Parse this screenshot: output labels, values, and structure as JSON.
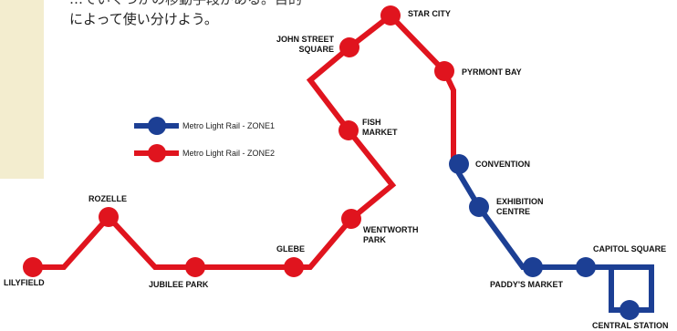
{
  "intro_text": {
    "line1_partial": "…ていくつかの移動手段がある。目的",
    "line2": "によって使い分けよう。"
  },
  "legend": [
    {
      "label": "Metro Light Rail - ZONE1",
      "color": "#1c3f94"
    },
    {
      "label": "Metro Light Rail - ZONE2",
      "color": "#e0141e"
    }
  ],
  "lines": {
    "zone1_color": "#1c3f94",
    "zone2_color": "#e0141e"
  },
  "stations": {
    "lilyfield": {
      "line1": "LILYFIELD",
      "zone": 2
    },
    "rozelle": {
      "line1": "ROZELLE",
      "zone": 2
    },
    "jubilee_park": {
      "line1": "JUBILEE PARK",
      "zone": 2
    },
    "glebe": {
      "line1": "GLEBE",
      "zone": 2
    },
    "wentworth_park": {
      "line1": "WENTWORTH",
      "line2": "PARK",
      "zone": 2
    },
    "fish_market": {
      "line1": "FISH",
      "line2": "MARKET",
      "zone": 2
    },
    "john_street_square": {
      "line1": "JOHN STREET",
      "line2": "SQUARE",
      "zone": 2
    },
    "star_city": {
      "line1": "STAR CITY",
      "zone": 2
    },
    "pyrmont_bay": {
      "line1": "PYRMONT BAY",
      "zone": 2
    },
    "convention": {
      "line1": "CONVENTION",
      "zone": 1
    },
    "exhibition_centre": {
      "line1": "EXHIBITION",
      "line2": "CENTRE",
      "zone": 1
    },
    "paddys_market": {
      "line1": "PADDY'S MARKET",
      "zone": 1
    },
    "capitol_square": {
      "line1": "CAPITOL SQUARE",
      "zone": 1
    },
    "central_station": {
      "line1": "CENTRAL STATION",
      "zone": 1
    }
  }
}
